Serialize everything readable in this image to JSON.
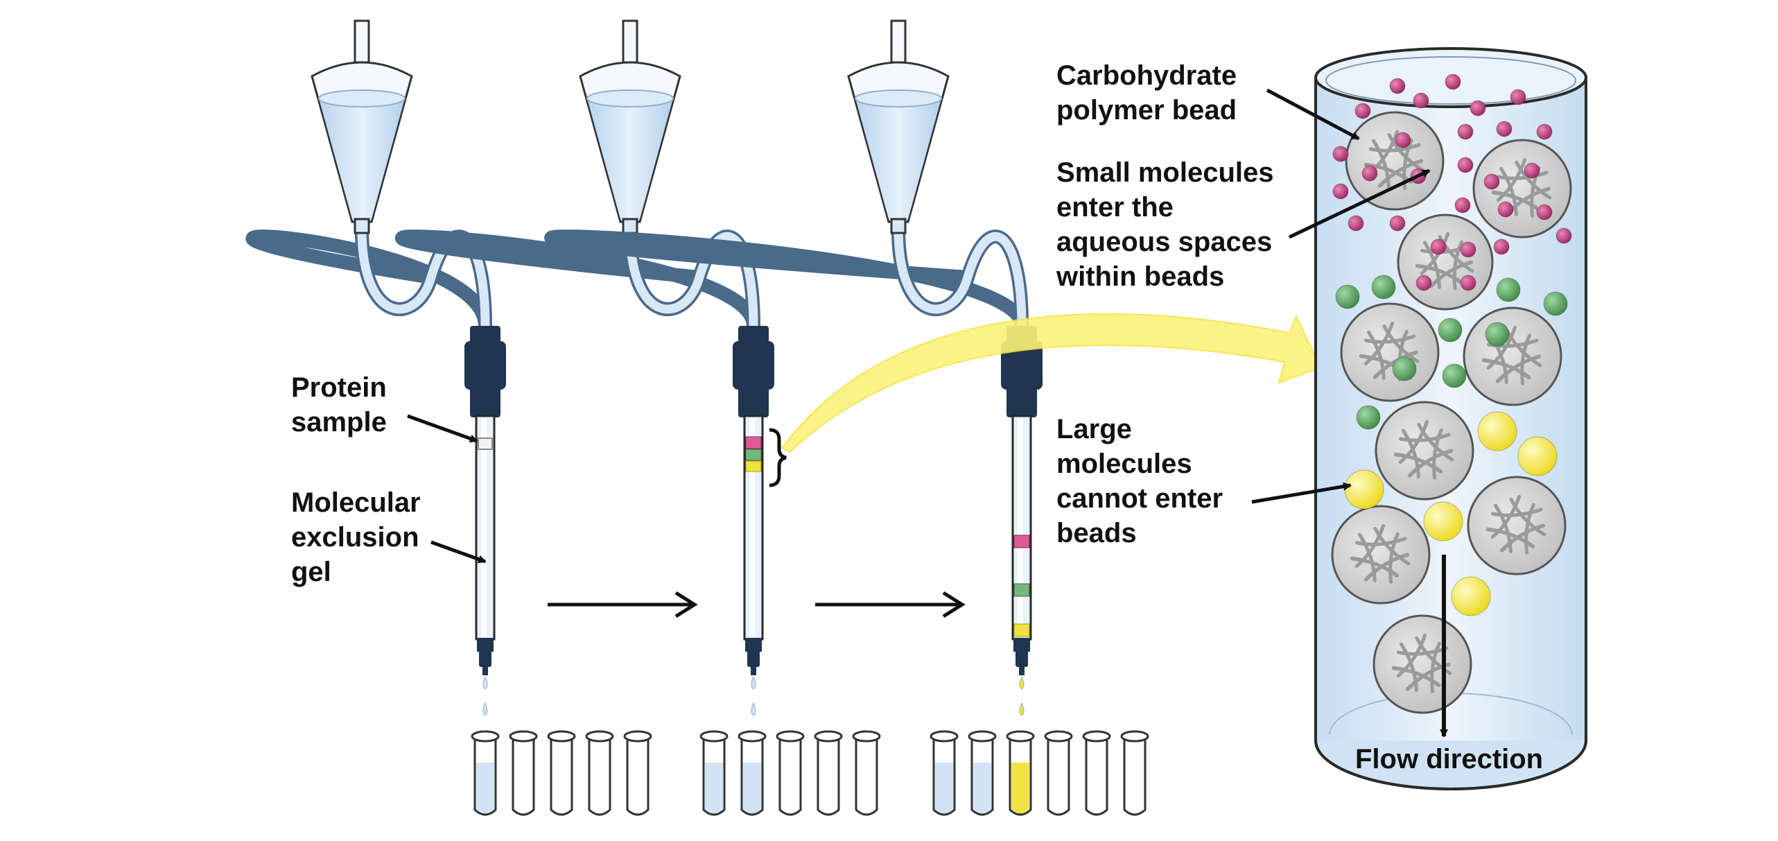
{
  "labels": {
    "protein_sample": [
      "Protein",
      "sample"
    ],
    "gel": [
      "Molecular",
      "exclusion",
      "gel"
    ],
    "bead": [
      "Carbohydrate",
      "polymer bead"
    ],
    "small": [
      "Small molecules",
      "enter the",
      "aqueous spaces",
      "within beads"
    ],
    "large": [
      "Large",
      "molecules",
      "cannot enter",
      "beads"
    ],
    "flow": "Flow direction"
  },
  "colors": {
    "small_molecule": "#b03070",
    "medium_molecule": "#4f9a55",
    "large_molecule": "#f1e23a",
    "buffer": "#cfe3f5",
    "column_cap": "#1f3550",
    "bead_fill": "#d6d6d6",
    "arrow_highlight": "#fbf27a"
  },
  "icons": {
    "column": "chromatography-column-icon",
    "funnel": "separatory-funnel-icon",
    "tube": "test-tube-icon"
  }
}
